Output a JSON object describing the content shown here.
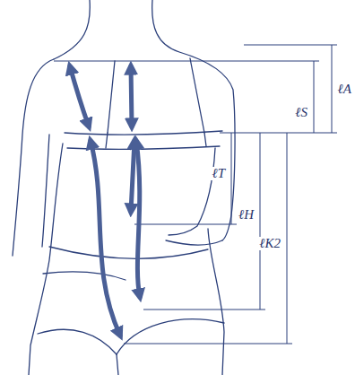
{
  "diagram": {
    "labels": [
      "ℓA",
      "ℓS",
      "ℓT",
      "ℓH",
      "ℓK2"
    ]
  }
}
